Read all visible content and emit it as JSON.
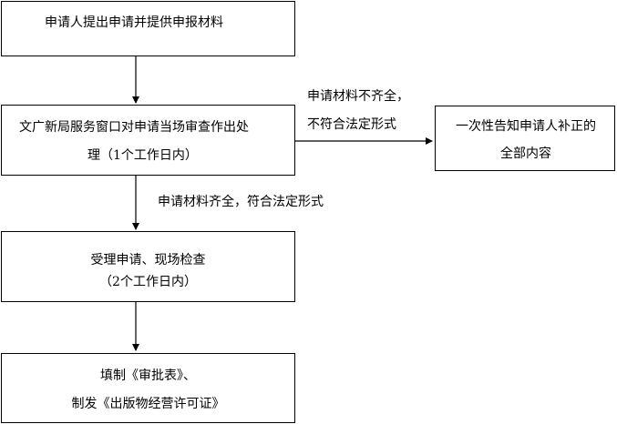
{
  "steps": [
    {
      "id": "submit",
      "text": "申请人提出申请并提供申报材料"
    },
    {
      "id": "review",
      "text_line1": "文广新局服务窗口对申请当场审查作出处",
      "text_line2": "理（1个工作日内）"
    },
    {
      "id": "accept",
      "text_line1": "受理申请、现场检查",
      "text_line2": "（2个工作日内）"
    },
    {
      "id": "issue",
      "text_line1": "填制《审批表》、",
      "text_line2": "制发《出版物经营许可证》"
    }
  ],
  "side_step": {
    "text_line1": "一次性告知申请人补正的",
    "text_line2": "全部内容"
  },
  "edges": {
    "incomplete_line1": "申请材料不齐全，",
    "incomplete_line2": "不符合法定形式",
    "complete": "申请材料齐全，符合法定形式"
  },
  "colors": {
    "stroke": "#000000",
    "background": "#ffffff"
  }
}
